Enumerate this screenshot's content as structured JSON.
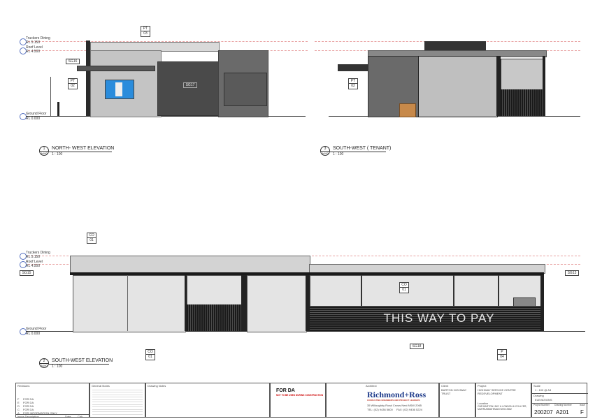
{
  "levels": {
    "truckers_dining": "Truckers Dining",
    "truckers_dining_rl": "RL 5.150",
    "roof_level": "Roof Level",
    "roof_level_rl": "RL 4.500",
    "ground_floor": "Ground Floor",
    "ground_floor_rl": "RL 0.000"
  },
  "tags": {
    "pt03": {
      "top": "PT",
      "bottom": "03"
    },
    "pt02": {
      "top": "PT",
      "bottom": "02"
    },
    "pt02b": {
      "top": "PT",
      "bottom": "02"
    },
    "co01a": {
      "top": "CO",
      "bottom": "01"
    },
    "co01b": {
      "top": "CO",
      "bottom": "01"
    },
    "co01c": {
      "top": "CO",
      "bottom": "01"
    },
    "p04": {
      "top": "P",
      "bottom": "04"
    },
    "sg16": "SG16",
    "sg17": "SG17",
    "sg15": "SG15",
    "sg13": "SG13",
    "sg18": "SG18"
  },
  "views": [
    {
      "num": "1",
      "ref": "A100",
      "title": "NORTH- WEST ELEVATION",
      "scale": "1 : 100"
    },
    {
      "num": "3",
      "ref": "A100",
      "title": "SOUTH-WEST ( TENANT)",
      "scale": "1 : 100"
    },
    {
      "num": "2",
      "ref": "A100",
      "title": "SOUTH-WEST ELEVATION",
      "scale": "1 : 100"
    }
  ],
  "signage": "THIS WAY TO PAY",
  "title_block": {
    "revisions_label": "Revisions",
    "revision_rows": [
      {
        "rev": "F",
        "desc": "FOR DA",
        "date": "",
        "chk": ""
      },
      {
        "rev": "E",
        "desc": "FOR DA",
        "date": "",
        "chk": ""
      },
      {
        "rev": "D",
        "desc": "FOR DA",
        "date": "",
        "chk": ""
      },
      {
        "rev": "C",
        "desc": "FOR DA",
        "date": "",
        "chk": ""
      },
      {
        "rev": "A",
        "desc": "FOR INFORMATION ONLY",
        "date": "",
        "chk": ""
      }
    ],
    "issue_description_label": "Issue Description",
    "date_label": "Date",
    "chk_label": "Chk",
    "general_notes_label": "General Notes",
    "drawing_notes_label": "Drawing Notes",
    "for_da": "FOR DA",
    "not_for_construction": "NOT TO BE USED DURING CONSTRUCTION",
    "architect_label": "Architect",
    "firm_name": "Richmond+Ross",
    "firm_tagline": "CONSULTING ENGINEERS AND PROJECT LEADERS",
    "firm_address": "35 Willoughby Road  Crows Nest  NSW 2065",
    "firm_tel": "TEL: (02) 9436 5600",
    "firm_fax": "FAX: (02) 9436 5224",
    "client_label": "Client",
    "client": "BARTON HIGHWAY TRUST",
    "project_label": "Project",
    "project": "HIGHWAY SERVICE CENTRE REDEVELOPMENT",
    "location_label": "Location",
    "location": "CNR BARTON HWY & LONDON & COLLYER, MURRUMBATEMAN NSW 2582",
    "scale_label": "Scale",
    "scale": "1 : 100 @ A3",
    "drawing_label": "Drawing",
    "drawing": "ELEVATIONS",
    "project_number_label": "Project Number",
    "drawing_number_label": "Drawing Number",
    "issue_label": "Issue",
    "project_number": "200207",
    "drawing_number": "A201",
    "issue": "F"
  }
}
